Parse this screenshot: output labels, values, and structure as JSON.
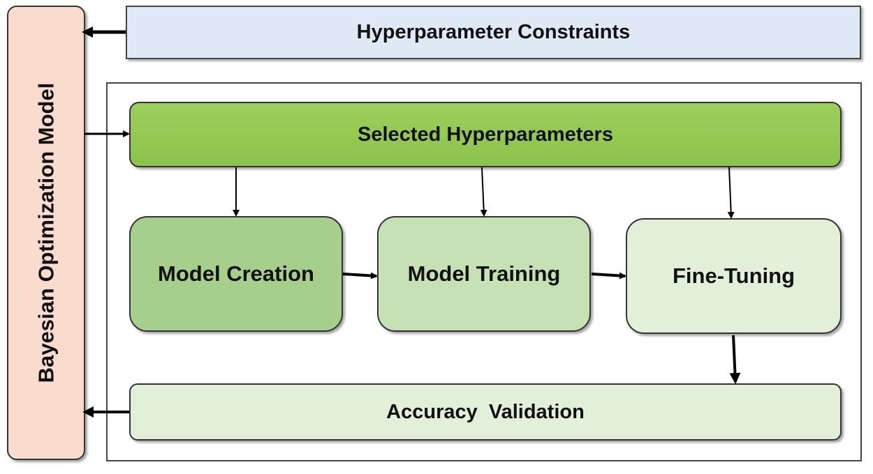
{
  "bayesian_model": {
    "label": "Bayesian Optimization Model"
  },
  "constraints": {
    "label": "Hyperparameter Constraints"
  },
  "selected": {
    "label": "Selected Hyperparameters"
  },
  "steps": [
    {
      "label": "Model Creation"
    },
    {
      "label": "Model Training"
    },
    {
      "label": "Fine-Tuning"
    }
  ],
  "accuracy": {
    "label": "Accuracy  Validation"
  }
}
